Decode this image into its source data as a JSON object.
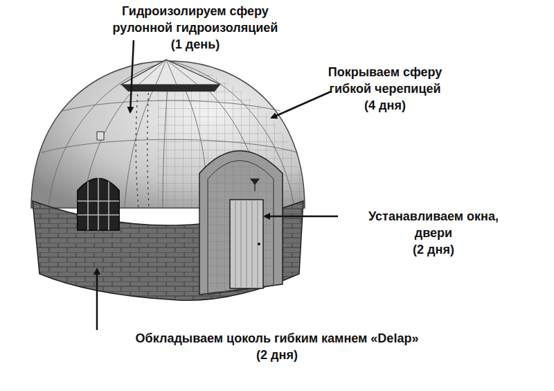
{
  "diagram": {
    "labels": [
      "Гидроизолируем сферу рулонной гидроизоляцией",
      "(1 день)",
      "Покрываем сферу гибкой черепицей",
      "(4 дня)",
      "Устанавливаем окна, двери",
      "(2 дня)",
      "Обкладываем цоколь гибким камнем «Delap»",
      "(2 дня)"
    ]
  }
}
